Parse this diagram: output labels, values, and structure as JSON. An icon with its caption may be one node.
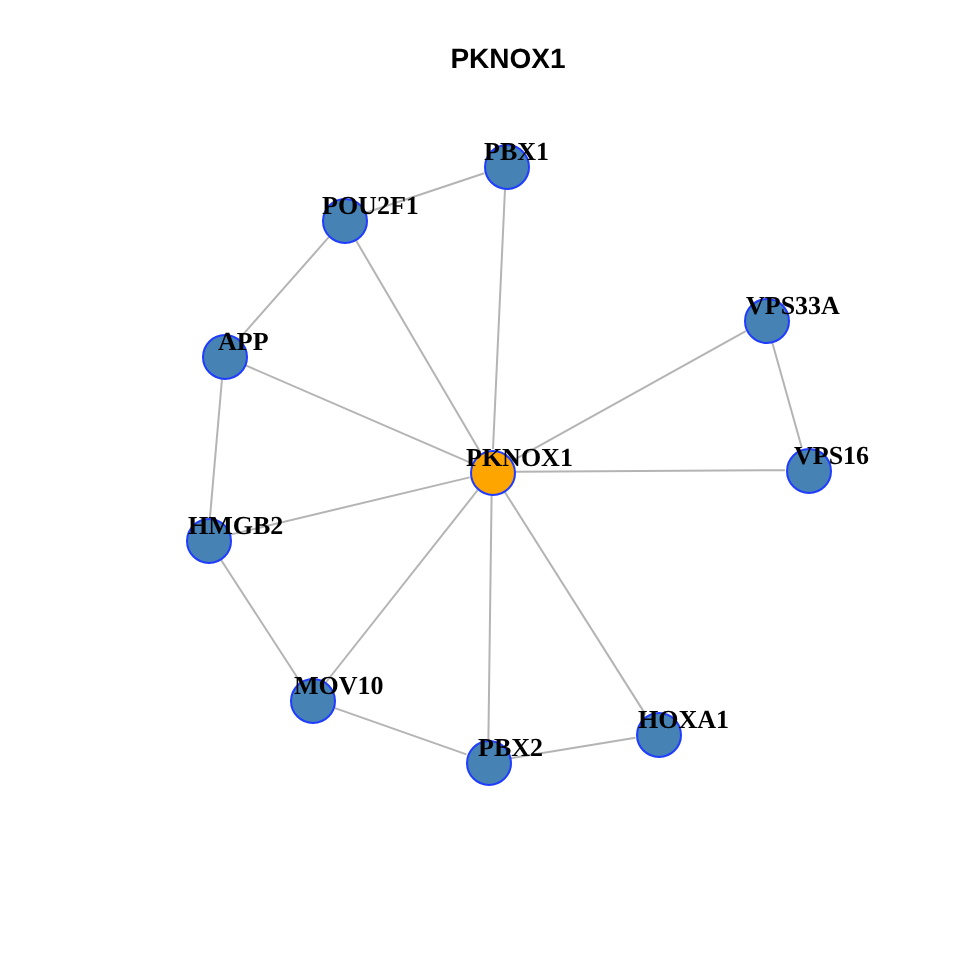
{
  "diagram": {
    "title": "PKNOX1",
    "nodes": [
      {
        "text": [
          "PBX1"
        ]
      },
      {
        "text": [
          "POU2F1"
        ]
      },
      {
        "text": [
          "VPS33A"
        ]
      },
      {
        "text": [
          "APP"
        ]
      },
      {
        "text": [
          "PKNOX1"
        ]
      },
      {
        "text": [
          "VPS16"
        ]
      },
      {
        "text": [
          "HMGB2"
        ]
      },
      {
        "text": [
          "MOV10"
        ]
      },
      {
        "text": [
          "HOXA1"
        ]
      },
      {
        "text": [
          "PBX2"
        ]
      }
    ],
    "edges": [
      {
        "from": 1,
        "to": 0,
        "arrow": "none"
      },
      {
        "from": 0,
        "to": 4,
        "arrow": "none"
      },
      {
        "from": 1,
        "to": 3,
        "arrow": "none"
      },
      {
        "from": 1,
        "to": 4,
        "arrow": "none"
      },
      {
        "from": 2,
        "to": 4,
        "arrow": "none"
      },
      {
        "from": 2,
        "to": 5,
        "arrow": "none"
      },
      {
        "from": 3,
        "to": 4,
        "arrow": "none"
      },
      {
        "from": 3,
        "to": 6,
        "arrow": "none"
      },
      {
        "from": 4,
        "to": 5,
        "arrow": "none"
      },
      {
        "from": 6,
        "to": 4,
        "arrow": "none"
      },
      {
        "from": 6,
        "to": 7,
        "arrow": "none"
      },
      {
        "from": 7,
        "to": 4,
        "arrow": "none"
      },
      {
        "from": 7,
        "to": 9,
        "arrow": "none"
      },
      {
        "from": 9,
        "to": 4,
        "arrow": "none"
      },
      {
        "from": 8,
        "to": 4,
        "arrow": "none"
      },
      {
        "from": 9,
        "to": 8,
        "arrow": "none"
      }
    ]
  }
}
